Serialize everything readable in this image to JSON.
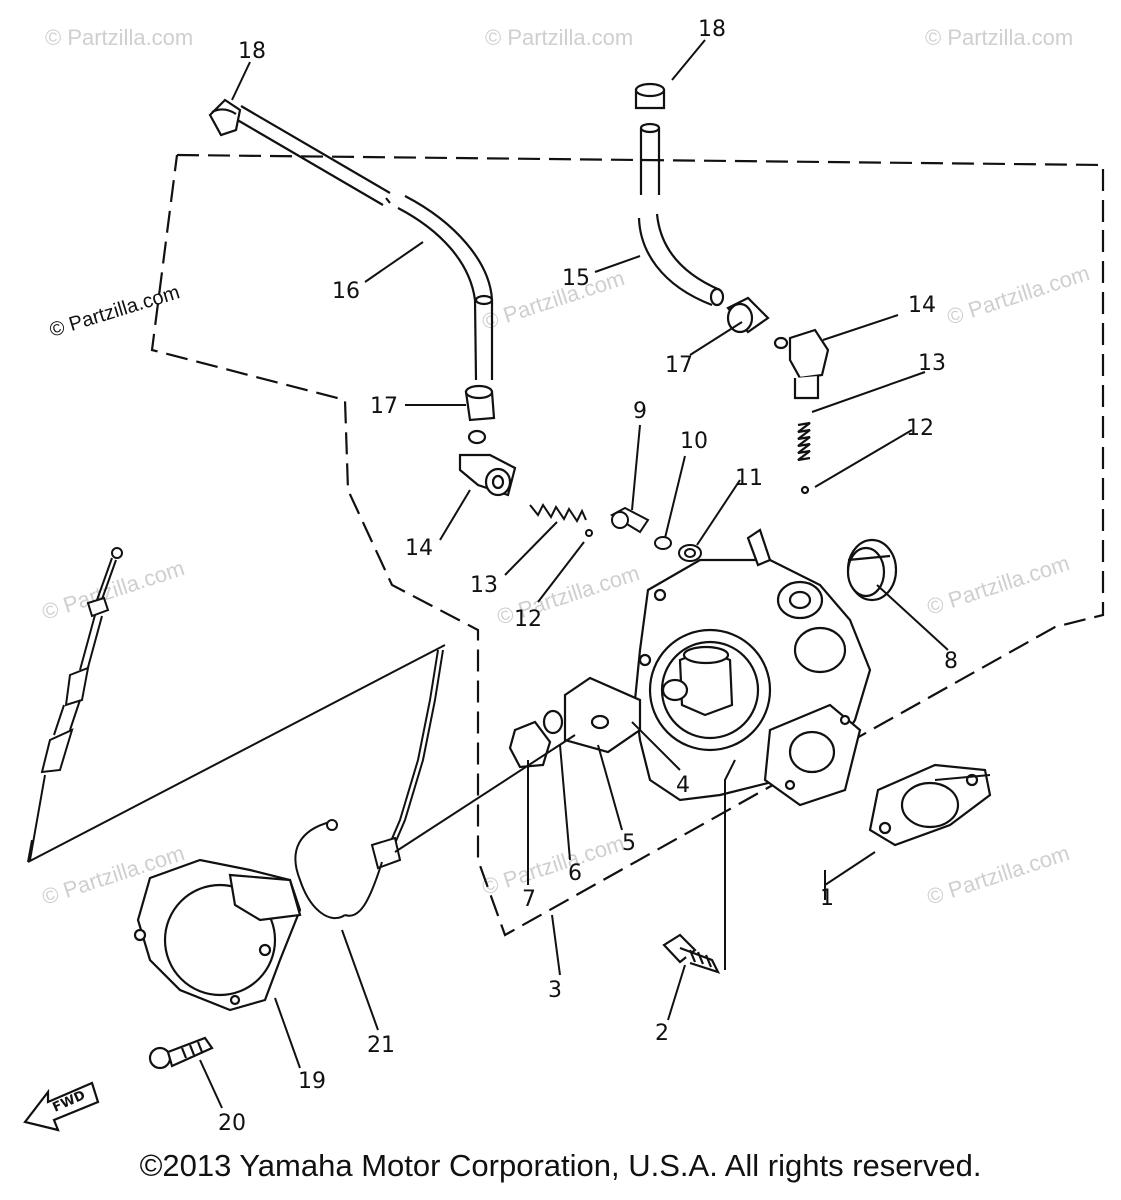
{
  "watermark": "© Partzilla.com",
  "copyright": "©2013  Yamaha Motor Corporation, U.S.A. All rights reserved.",
  "fwd_label": "FWD",
  "callouts": {
    "c18a": "18",
    "c18b": "18",
    "c16a": "16",
    "c15": "15",
    "c14a": "14",
    "c14b": "14",
    "c17a": "17",
    "c17b": "17",
    "c13a": "13",
    "c13b": "13",
    "c12a": "12",
    "c12b": "12",
    "c9": "9",
    "c10": "10",
    "c11": "11",
    "c8": "8",
    "c4": "4",
    "c5": "5",
    "c6": "6",
    "c7": "7",
    "c3": "3",
    "c2": "2",
    "c21": "21",
    "c19": "19",
    "c20": "20",
    "c1": "1"
  }
}
